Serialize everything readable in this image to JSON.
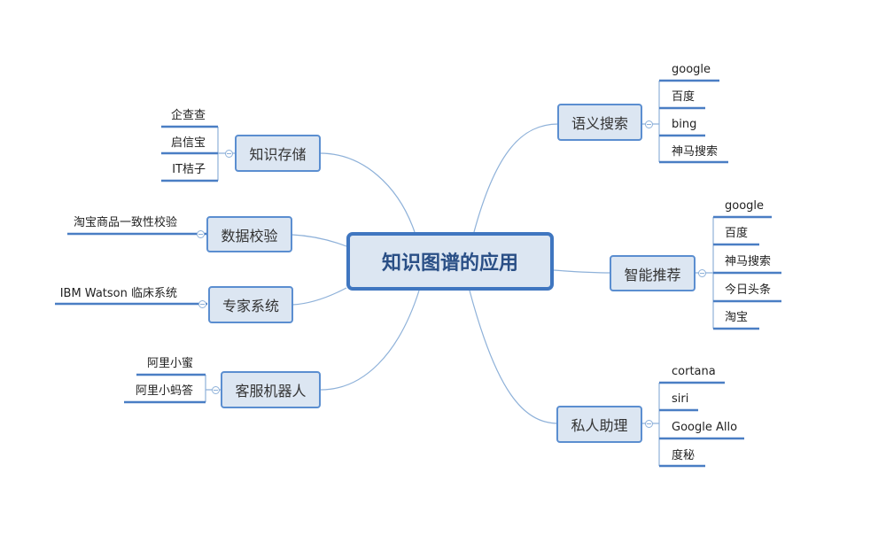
{
  "center": "知识图谱的应用",
  "branches": [
    {
      "label": "语义搜索",
      "leaves": [
        "google",
        "百度",
        "bing",
        "神马搜索"
      ]
    },
    {
      "label": "智能推荐",
      "leaves": [
        "google",
        "百度",
        "神马搜索",
        "今日头条",
        "淘宝"
      ]
    },
    {
      "label": "私人助理",
      "leaves": [
        "cortana",
        "siri",
        "Google Allo",
        "度秘"
      ]
    },
    {
      "label": "知识存储",
      "leaves": [
        "企查查",
        "启信宝",
        "IT桔子"
      ]
    },
    {
      "label": "数据校验",
      "leaves": [
        "淘宝商品一致性校验"
      ]
    },
    {
      "label": "专家系统",
      "leaves": [
        "IBM Watson 临床系统"
      ]
    },
    {
      "label": "客服机器人",
      "leaves": [
        "阿里小蜜",
        "阿里小蚂答"
      ]
    }
  ],
  "colors": {
    "node_fill": "#dce6f2",
    "node_border": "#5b8ed0",
    "leaf_line": "#4a7ec4",
    "edge": "#8eb1d9"
  }
}
